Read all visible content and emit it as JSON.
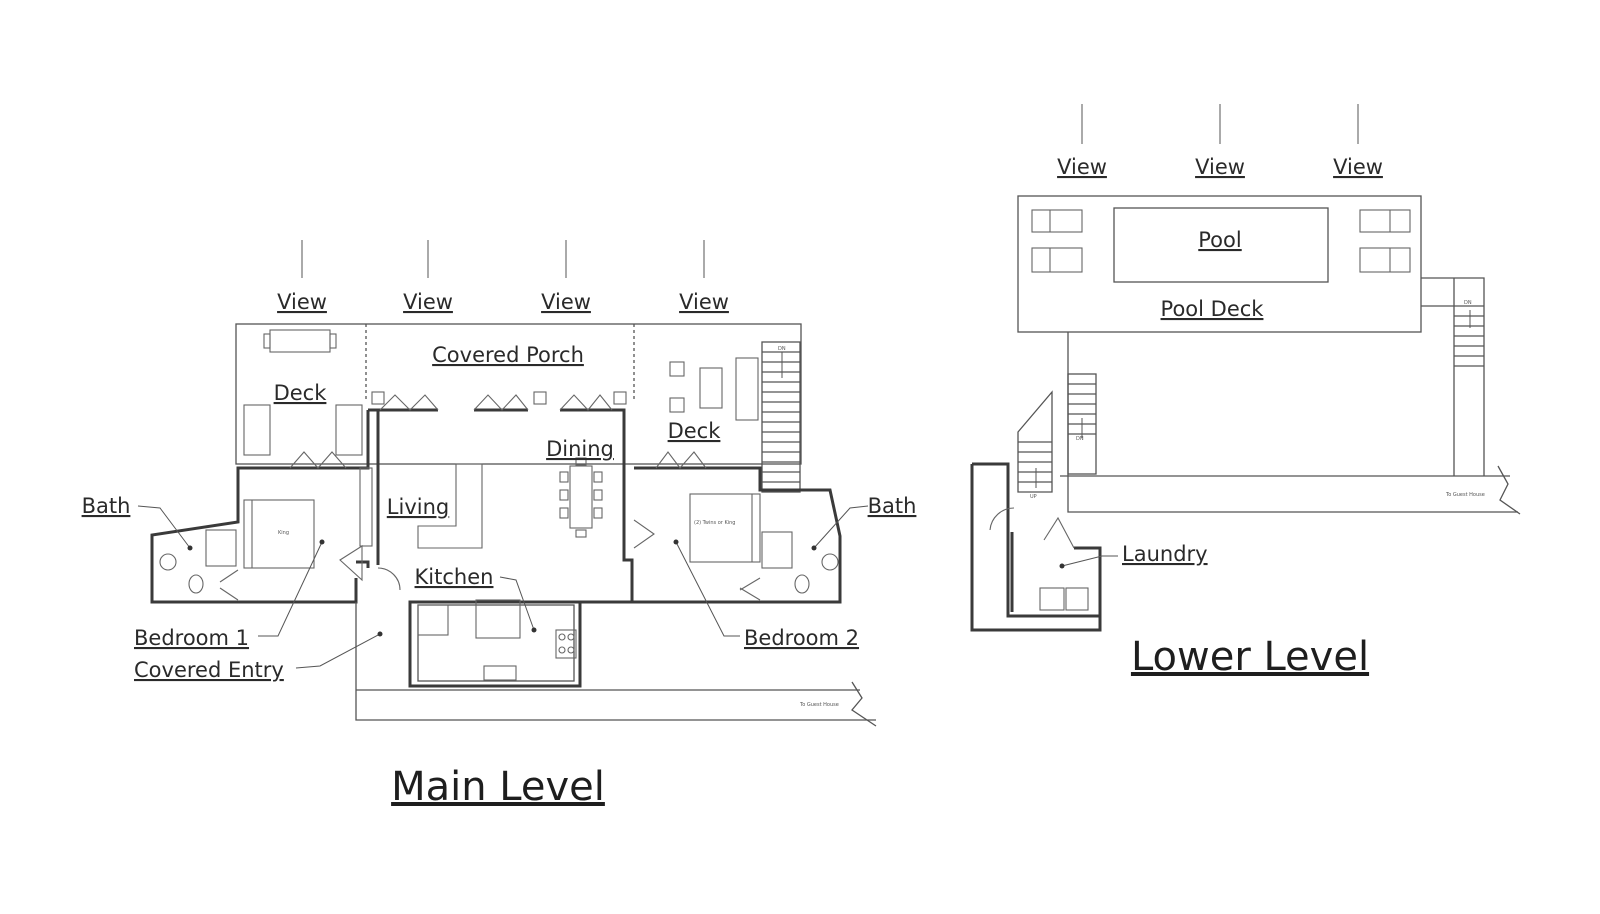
{
  "main_level": {
    "title": "Main Level",
    "labels": {
      "view": "View",
      "covered_porch": "Covered Porch",
      "deck_left": "Deck",
      "deck_right": "Deck",
      "dining": "Dining",
      "living": "Living",
      "kitchen": "Kitchen",
      "bath_left": "Bath",
      "bath_right": "Bath",
      "bedroom_1": "Bedroom 1",
      "bedroom_2": "Bedroom 2",
      "covered_entry": "Covered Entry"
    },
    "notes": {
      "bed_1": "King",
      "bed_2": "(2) Twins or King",
      "stair_dn": "DN",
      "to_guest_house": "To Guest House"
    }
  },
  "lower_level": {
    "title": "Lower Level",
    "labels": {
      "view": "View",
      "pool": "Pool",
      "pool_deck": "Pool Deck",
      "laundry": "Laundry"
    },
    "notes": {
      "stair_dn": "DN",
      "stair_dn_2": "DN",
      "stair_up": "UP",
      "to_guest_house": "To Guest House"
    }
  }
}
